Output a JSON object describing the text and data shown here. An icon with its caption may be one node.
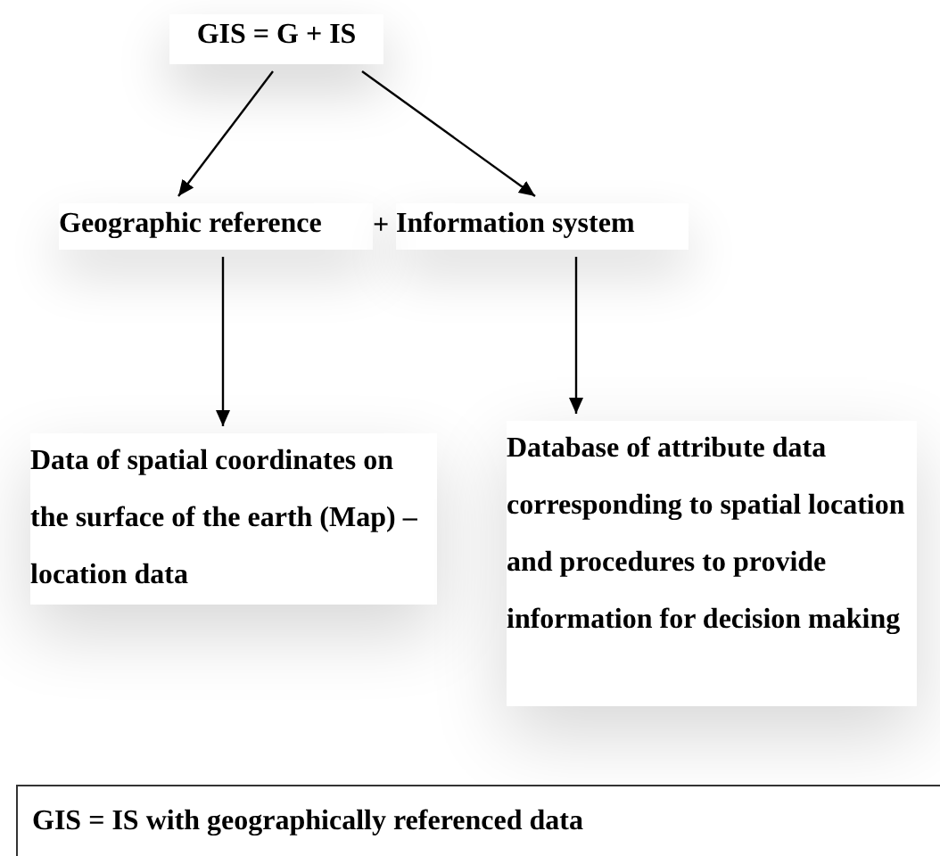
{
  "diagram": {
    "nodes": [
      {
        "text": [
          "GIS =  G + IS"
        ]
      },
      {
        "text": [
          "Geographic reference"
        ]
      },
      {
        "text": [
          "Information system"
        ]
      },
      {
        "text": [
          "Data of spatial coordinates on the surface of the earth (Map) – location data"
        ]
      },
      {
        "text": [
          "Database of attribute data corresponding to spatial location and procedures to provide information for decision making"
        ]
      },
      {
        "text": [
          "GIS = IS with geographically  referenced data"
        ]
      }
    ],
    "edges": [
      {
        "from": 0,
        "to": 1,
        "arrow": "to"
      },
      {
        "from": 0,
        "to": 2,
        "arrow": "to"
      },
      {
        "from": 1,
        "to": 3,
        "arrow": "to"
      },
      {
        "from": 2,
        "to": 4,
        "arrow": "to"
      }
    ],
    "labels": [
      "+"
    ]
  }
}
